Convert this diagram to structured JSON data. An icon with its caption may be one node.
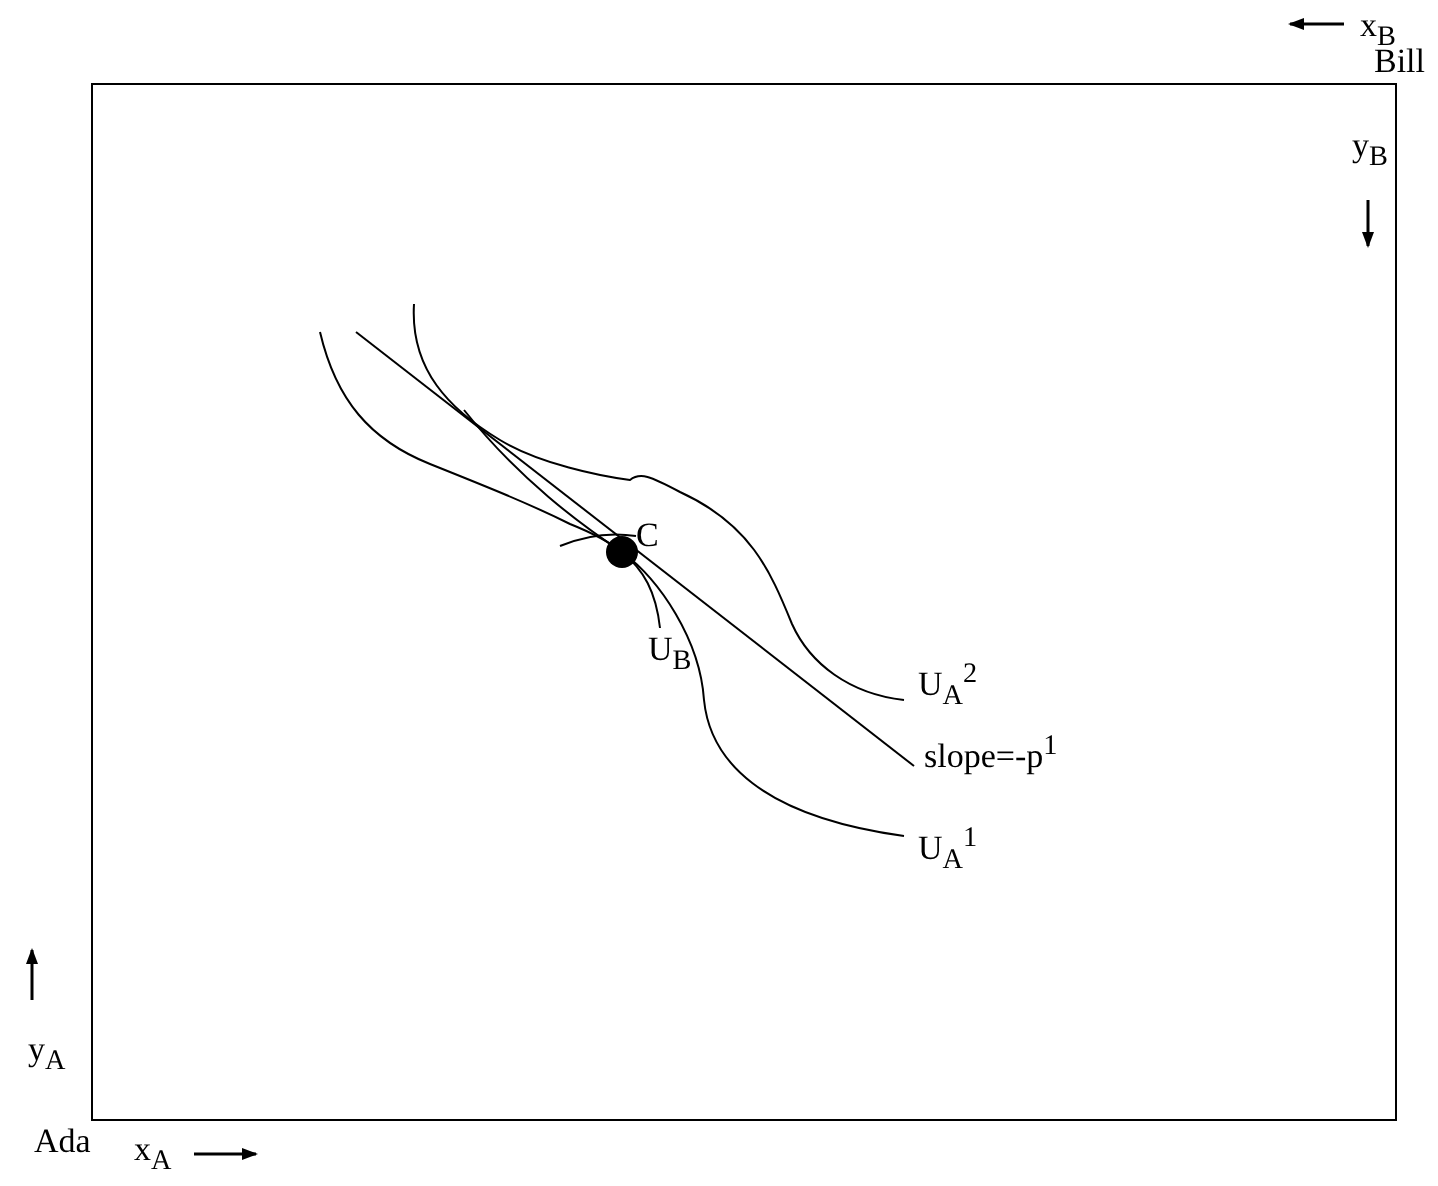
{
  "diagram": {
    "labels": [
      "x$_{B}$",
      "Bill",
      "y$_{B}$",
      "C",
      "U$_{A}$$^{2}$",
      "U$_{B}$",
      "slope=-p$^{1}$",
      "U$_{A}$$^{1}$",
      "y$_{A}$",
      "Ada",
      "x$_{A}$"
    ]
  }
}
